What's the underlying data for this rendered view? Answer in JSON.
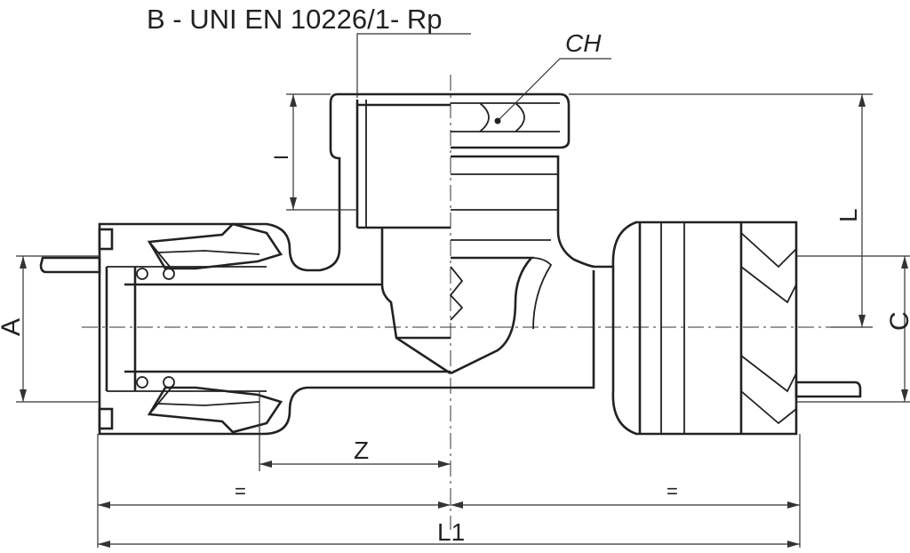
{
  "diagram": {
    "title": "B - UNI EN 10226/1- Rp",
    "labels": {
      "ch": "CH",
      "l": "L",
      "i": "I",
      "a": "A",
      "c": "C",
      "z": "Z",
      "eq_left": "=",
      "eq_right": "=",
      "l1": "L1"
    }
  }
}
